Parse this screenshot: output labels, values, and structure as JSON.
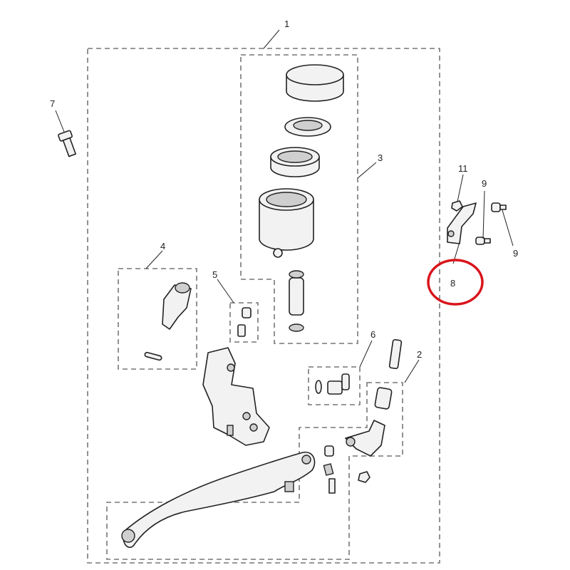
{
  "diagram": {
    "callouts": [
      {
        "id": "1",
        "label": "1"
      },
      {
        "id": "2",
        "label": "2"
      },
      {
        "id": "3",
        "label": "3"
      },
      {
        "id": "4",
        "label": "4"
      },
      {
        "id": "5",
        "label": "5"
      },
      {
        "id": "6",
        "label": "6"
      },
      {
        "id": "7",
        "label": "7"
      },
      {
        "id": "8",
        "label": "8"
      },
      {
        "id": "9a",
        "label": "9"
      },
      {
        "id": "9b",
        "label": "9"
      },
      {
        "id": "11",
        "label": "11"
      }
    ],
    "highlight_color": "#d9141b",
    "highlighted_callout": "8"
  }
}
